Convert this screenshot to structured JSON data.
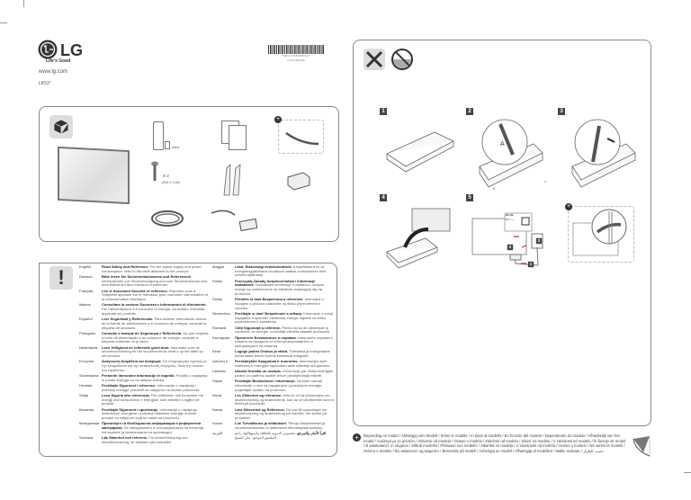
{
  "header": {
    "brand": "LG",
    "tagline": "Life's Good",
    "website": "www.lg.com",
    "model": "LK51*",
    "barcode_text": "* M F L 7 0 5 0 8 5 0 2 *",
    "barcode_sub": "(1712-REV00)"
  },
  "accessories": {
    "batteries": "AAA",
    "screws_qty": "X 2",
    "screws_size": "(M4 X L16)"
  },
  "steps": [
    "1",
    "2",
    "3",
    "4",
    "5"
  ],
  "step2_labels": {
    "a": "A",
    "b": "B"
  },
  "step5": {
    "port": "DC-IN",
    "port_sub": "(19 V ⎓)",
    "num1": "1",
    "num2": "2",
    "num3": "3"
  },
  "safety": {
    "left": [
      {
        "lang": "English",
        "title": "Read Safety and Reference.",
        "text": "For the power supply and power consumption, refer to the label attached to the product."
      },
      {
        "lang": "Deutsch",
        "title": "Bitte lesen Sie Sicherheitshinweise und Referenzen!",
        "text": "Informationen zur Stromversorgung und zum Stromverbrauch sind dem Etikett auf dem Gerät zu entnehmen."
      },
      {
        "lang": "Français",
        "title": "Lire le document Sécurité et référence.",
        "text": "Reportez-vous à l'étiquette apposée sur le téléviseur pour connaître l'alimentation et la consommation électrique."
      },
      {
        "lang": "Italiano",
        "title": "Consultare la sezione Sicurezza e informazioni di riferimento.",
        "text": "Per l'alimentazione e il consumo di energia, consultare l'etichetta applicata sul prodotto."
      },
      {
        "lang": "Español",
        "title": "Leer Seguridad y Referencias.",
        "text": "Para obtener información acerca de la fuente de alimentación y el consumo de energía, consulte la etiqueta del producto."
      },
      {
        "lang": "Português",
        "title": "Consulte o manual de Segurança e Referência.",
        "text": "No que respeita à fonte de alimentação e ao consumo de energia, consulte a etiqueta existente no produto."
      },
      {
        "lang": "Nederlands",
        "title": "Lees Veiligheid en referentie goed door.",
        "text": "Informatie over de stroomvoorziening en het stroomverbruik vindt u op het label op het product."
      },
      {
        "lang": "Ελληνικά",
        "title": "Ανάγνωση Ασφάλεια και Αναφορά.",
        "text": "Για πληροφορίες σχετικά με την τροφοδοσία και την κατανάλωση ενέργειας, δείτε την ετικέτα του προϊόντος."
      },
      {
        "lang": "Slovenščina",
        "title": "Preberite Varnostne informacije in napotki.",
        "text": "Podatki o napajanju in porabi energije so na nalepki izdelka."
      },
      {
        "lang": "Hrvatski",
        "title": "Pročitajte Sigurnost i reference.",
        "text": "Informacije o napajanju i potrošnji energije potražite na naljepnici na kućištu proizvoda."
      },
      {
        "lang": "Shqip",
        "title": "Lexo Siguria dhe referencat.",
        "text": "Për udhëzimin mbi furnizimin me energji dhe konsumimin e energjisë, shih etiketën e ngjitur në produkt."
      },
      {
        "lang": "Bosanski",
        "title": "Pročitajte Sigurnost i upućivanje.",
        "text": "Informacije o napajanju električnom energijom i potrošnji električne energije možete pronaći na naljepnici koja se nalazi na proizvodu."
      },
      {
        "lang": "Македонски",
        "title": "Прочитајте ги Безбедносни информации и референтни материјали.",
        "text": "За напојувањето и потрошувачката на енергија, погледнете ја налепницата на производот."
      },
      {
        "lang": "Svenska",
        "title": "Läs Säkerhet och referens.",
        "text": "För strömförsörjning och strömförbrukning, se etiketten på produkten."
      }
    ],
    "right": [
      {
        "lang": "Magyar",
        "title": "Lásd: Biztonsági óvintézkedések.",
        "text": "A tápellátásra és az energiafogyasztásra vonatkozó adatok a készüléken lévő címkén találhatók."
      },
      {
        "lang": "Polski",
        "title": "Przeczytaj Zasady bezpieczeństwa i informacje dodatkowe.",
        "text": "Dodatkowe informacje o zasilaniu i zużyciu energii są umieszczone na etykiecie znajdującej się na produkcie."
      },
      {
        "lang": "Česky",
        "title": "Přečtěte si část Bezpečnost a reference.",
        "text": "Informace o napájení a příkonu naleznete na štítku připevněném k výrobku."
      },
      {
        "lang": "Slovenčina",
        "title": "Prečítajte si časť Bezpečnosť a odkazy.",
        "text": "Informácie o zdroji napájania a spotrebe elektrickej energie nájdete na štítku pripevnenom k zariadeniu."
      },
      {
        "lang": "Română",
        "title": "Citiţi Siguranţă şi referinţe.",
        "text": "Pentru sursa de alimentare şi consumul de energie, consultaţi eticheta ataşată produsului."
      },
      {
        "lang": "Български",
        "title": "Прочетете Безопасност и справки.",
        "text": "Направете справка с етикета на продукта за електрозахранването и консумацията на енергия."
      },
      {
        "lang": "Eesti",
        "title": "Lugege jaotist Ohutus ja viited.",
        "text": "Toiteallika ja energiatarbe kohta saate teavet tootele kinnitatud märgiselt."
      },
      {
        "lang": "Lietuvių k.",
        "title": "Perskaitykite Saugumas ir nuorodos.",
        "text": "Informacijos apie maitinimą ir energijos sąnaudas rasite etiketėje ant gaminio."
      },
      {
        "lang": "Latviešu",
        "title": "Izlasiet Drošība un uzziņas.",
        "text": "Informāciju par elektroenerģijas padevi un patēriņu skatiet ierīcei piestiprinātajā etiķetē."
      },
      {
        "lang": "Srpski",
        "title": "Pročitajte Bezbednost i informacije.",
        "text": "Da biste saznali informacije u vezi sa napajanjem i potrošnjom energije, pogledajte oznaku na proizvodu."
      },
      {
        "lang": "Norsk",
        "title": "Les Sikkerhet og referanse.",
        "text": "Hvis du vil ha informasjon om strømforsyning og strømforbruk, kan du se på etiketten som er festet på produktet."
      },
      {
        "lang": "Dansk",
        "title": "Læs Sikkerhed og Reference.",
        "text": "Du kan få oplysninger om strømforsyning og strømforbrug på mærket, der sidder på produktet."
      },
      {
        "lang": "Suomi",
        "title": "Lue Turvallisuus ja viittaukset.",
        "text": "Tietoja virtalähteestä ja virrankulutuksesta on laitteeseen kiinnitetyssä tarrassa."
      },
      {
        "lang": "العربية",
        "title": "اقرأ الأمان والمرجع.",
        "text": "بخصوص التزويد بالطاقة واستهلاكها، راجع الملصق الموجود على المنتج."
      }
    ]
  },
  "footnote": "Depending on model / Abhängig vom Modell / Selon le modèle / In base al modello / En función del modelo / Dependendo do modelo / Afhankelijk van het model / Ανάλογα με το μοντέλο / Odvisno od modela / Ovisno o modelu / Zależnie od modelu / Závisí na modelu / V závislosti od modelu / În funcţie de model / В зависимост от модела / Sõltub mudelist / Priklauso nuo modelio / Atkarībā no modeļa / U zavisnosti od modela / Ovisno o modelu / Në varësi të modelit / Ovisno o modelu / Во зависност од моделот / Beroende på modell / Avhengig av modell / Afhængigt af modellen / Mallin mukaan / حسب الطراز"
}
